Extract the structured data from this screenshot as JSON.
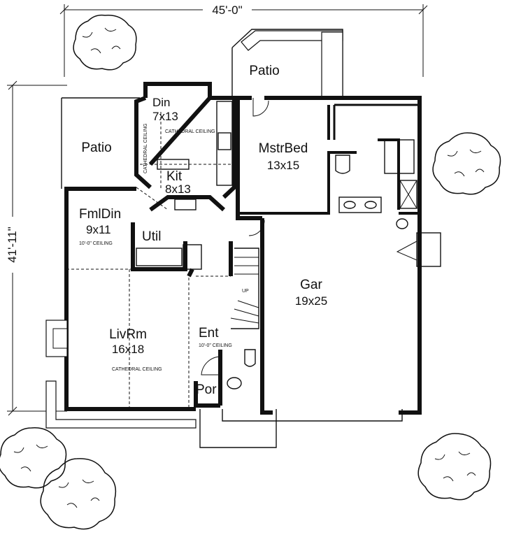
{
  "dimensions": {
    "width_label": "45'-0\"",
    "depth_label": "41'-11\""
  },
  "rooms": {
    "patio_top": {
      "name": "Patio"
    },
    "patio_left": {
      "name": "Patio"
    },
    "dining": {
      "name": "Din",
      "size": "7x13",
      "note": "CATHEDRAL CEILING"
    },
    "kitchen": {
      "name": "Kit",
      "size": "8x13",
      "note": "CATHEDRAL CEILING"
    },
    "master_bedroom": {
      "name": "MstrBed",
      "size": "13x15"
    },
    "family_dining": {
      "name": "FmlDin",
      "size": "9x11",
      "note": "10'-0\" CEILING"
    },
    "utility": {
      "name": "Util"
    },
    "living_room": {
      "name": "LivRm",
      "size": "16x18",
      "note": "CATHEDRAL CEILING"
    },
    "entry": {
      "name": "Ent",
      "note": "10'-0\" CEILING"
    },
    "porch": {
      "name": "Por"
    },
    "garage": {
      "name": "Gar",
      "size": "19x25"
    }
  },
  "stairs": {
    "label": "UP"
  }
}
